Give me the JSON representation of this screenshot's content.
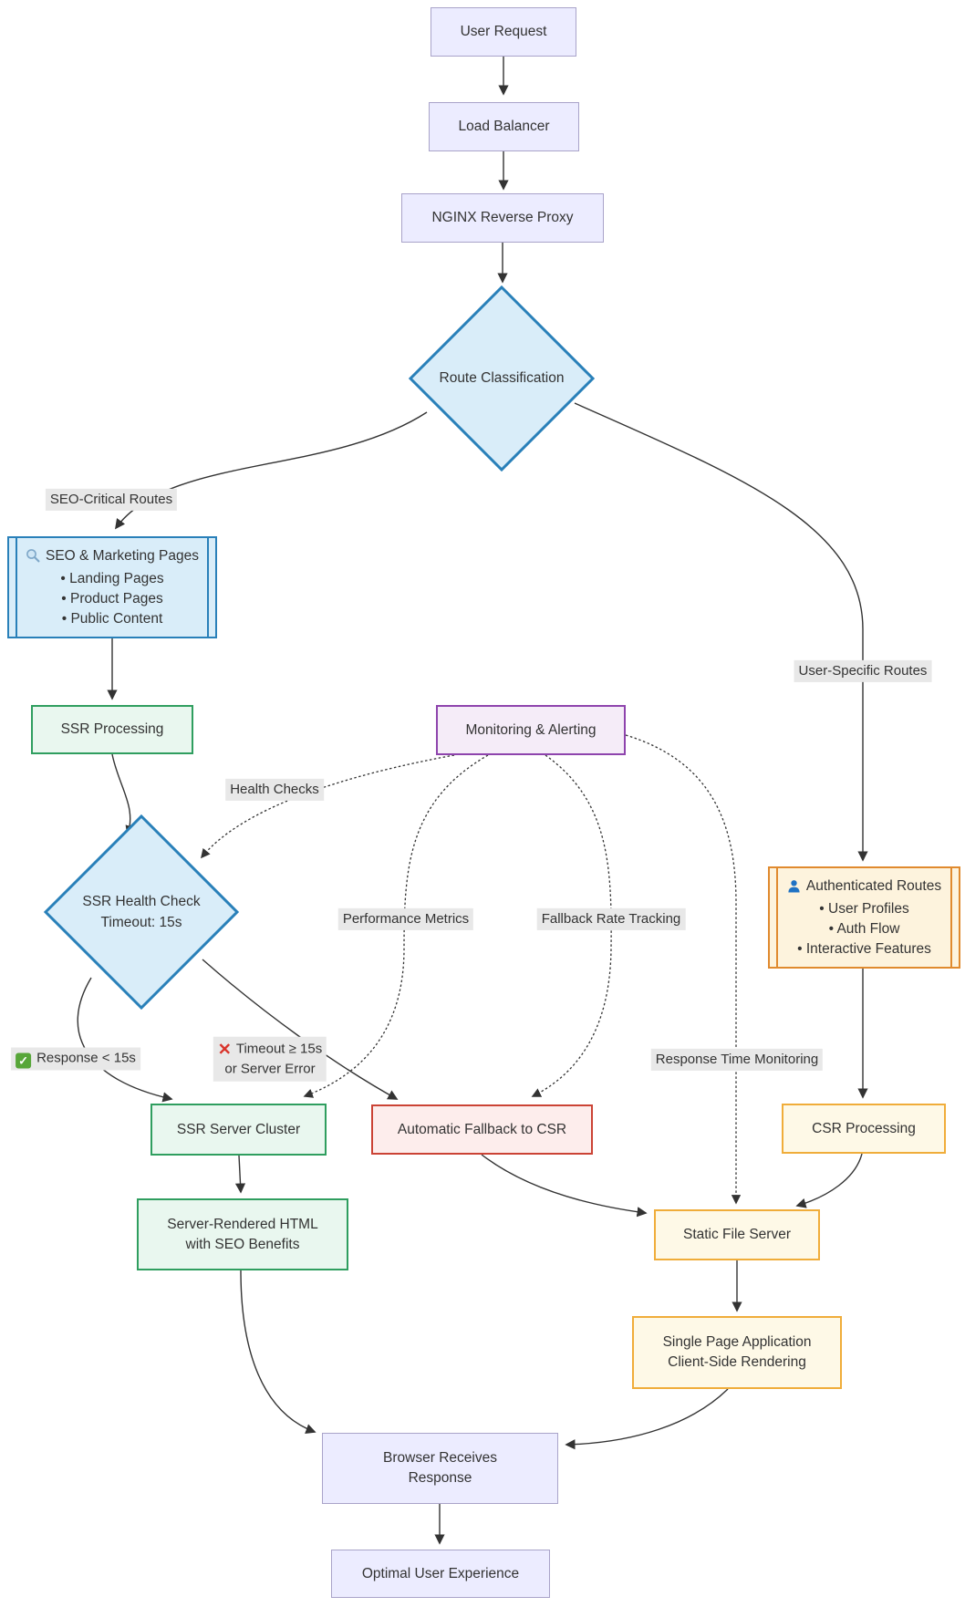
{
  "diagram": {
    "type": "flowchart",
    "description": "SSR/CSR routing architecture flowchart with health-check fallback and monitoring"
  },
  "nodes": {
    "user_request": {
      "label": "User Request"
    },
    "load_balancer": {
      "label": "Load Balancer"
    },
    "nginx_proxy": {
      "label": "NGINX Reverse Proxy"
    },
    "route_classification": {
      "label": "Route Classification"
    },
    "seo_pages": {
      "title": "SEO & Marketing Pages",
      "icon": "magnifier-icon",
      "items": [
        "• Landing Pages",
        "• Product Pages",
        "• Public Content"
      ]
    },
    "ssr_processing": {
      "label": "SSR Processing"
    },
    "monitoring": {
      "label": "Monitoring & Alerting"
    },
    "ssr_health_check": {
      "line1": "SSR Health Check",
      "line2": "Timeout: 15s"
    },
    "authenticated_routes": {
      "title": "Authenticated Routes",
      "icon": "user-icon",
      "items": [
        "• User Profiles",
        "• Auth Flow",
        "• Interactive Features"
      ]
    },
    "ssr_server_cluster": {
      "label": "SSR Server Cluster"
    },
    "auto_fallback": {
      "label": "Automatic Fallback to CSR"
    },
    "csr_processing": {
      "label": "CSR Processing"
    },
    "server_rendered_html": {
      "line1": "Server-Rendered HTML",
      "line2": "with SEO Benefits"
    },
    "static_file_server": {
      "label": "Static File Server"
    },
    "spa": {
      "line1": "Single Page Application",
      "line2": "Client-Side Rendering"
    },
    "browser_receives": {
      "line1": "Browser Receives",
      "line2": "Response"
    },
    "optimal_ux": {
      "label": "Optimal User Experience"
    }
  },
  "edge_labels": {
    "seo_critical": "SEO-Critical Routes",
    "user_specific": "User-Specific Routes",
    "health_checks": "Health Checks",
    "performance_metrics": "Performance Metrics",
    "fallback_rate": "Fallback Rate Tracking",
    "response_ok": "Response < 15s",
    "timeout_line1": "Timeout ≥ 15s",
    "timeout_line2": "or Server Error",
    "response_time_monitoring": "Response Time Monitoring"
  },
  "colors": {
    "default_node_fill": "#ececff",
    "default_node_border": "#a9a3c9",
    "decision_fill": "#d9edf9",
    "decision_border": "#2980b9",
    "ssr_fill": "#e9f7ef",
    "ssr_border": "#2f9e5f",
    "monitoring_fill": "#f5ecf8",
    "monitoring_border": "#8e44ad",
    "fallback_fill": "#fdedec",
    "fallback_border": "#cb4335",
    "csr_fill": "#fef9e7",
    "csr_border": "#f0ad3a",
    "auth_fill": "#fdf3dd",
    "auth_border": "#e08a2e",
    "edge_color": "#333333",
    "edge_label_bg": "#e8e8e8",
    "check_green": "#57a639",
    "cross_red": "#d9342b",
    "person_blue": "#1f72c4"
  }
}
